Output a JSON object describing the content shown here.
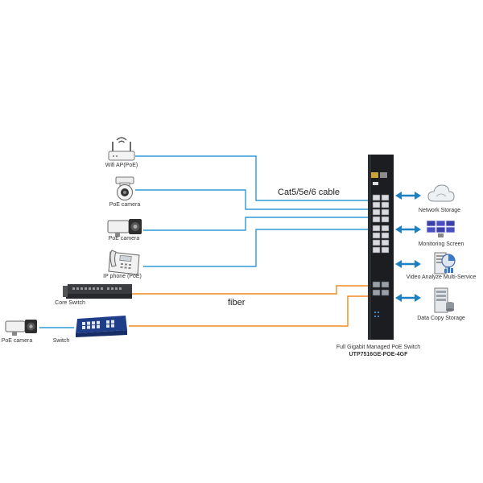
{
  "colors": {
    "copper": "#2f9ad6",
    "fiber": "#f08a1e",
    "switch_body": "#1b1d20",
    "arrow": "#1e7fc1"
  },
  "cable_label": "Cat5/5e/6 cable",
  "fiber_label": "fiber",
  "left_devices": [
    {
      "label": "Wifi AP(PoE)",
      "icon": "wifi-router-icon"
    },
    {
      "label": "PoE camera",
      "icon": "dome-camera-icon"
    },
    {
      "label": "PoE camera",
      "icon": "box-camera-icon"
    },
    {
      "label": "IP phone (PoE)",
      "icon": "ip-phone-icon"
    },
    {
      "label": "Core Switch",
      "icon": "rack-switch-icon"
    }
  ],
  "bottom_left": {
    "camera_label": "PoE camera",
    "switch_label": "Switch"
  },
  "right_devices": [
    {
      "label": "Network Storage",
      "icon": "cloud-icon"
    },
    {
      "label": "Monitoring Screen",
      "icon": "monitor-wall-icon"
    },
    {
      "label": "Video Analyze Multi-Service",
      "icon": "analytics-server-icon"
    },
    {
      "label": "Data Copy Storage",
      "icon": "storage-server-icon"
    }
  ],
  "center_switch": {
    "caption": "Full Gigabit Managed PoE Switch",
    "model": "UTP7516GE-POE-4GF"
  }
}
